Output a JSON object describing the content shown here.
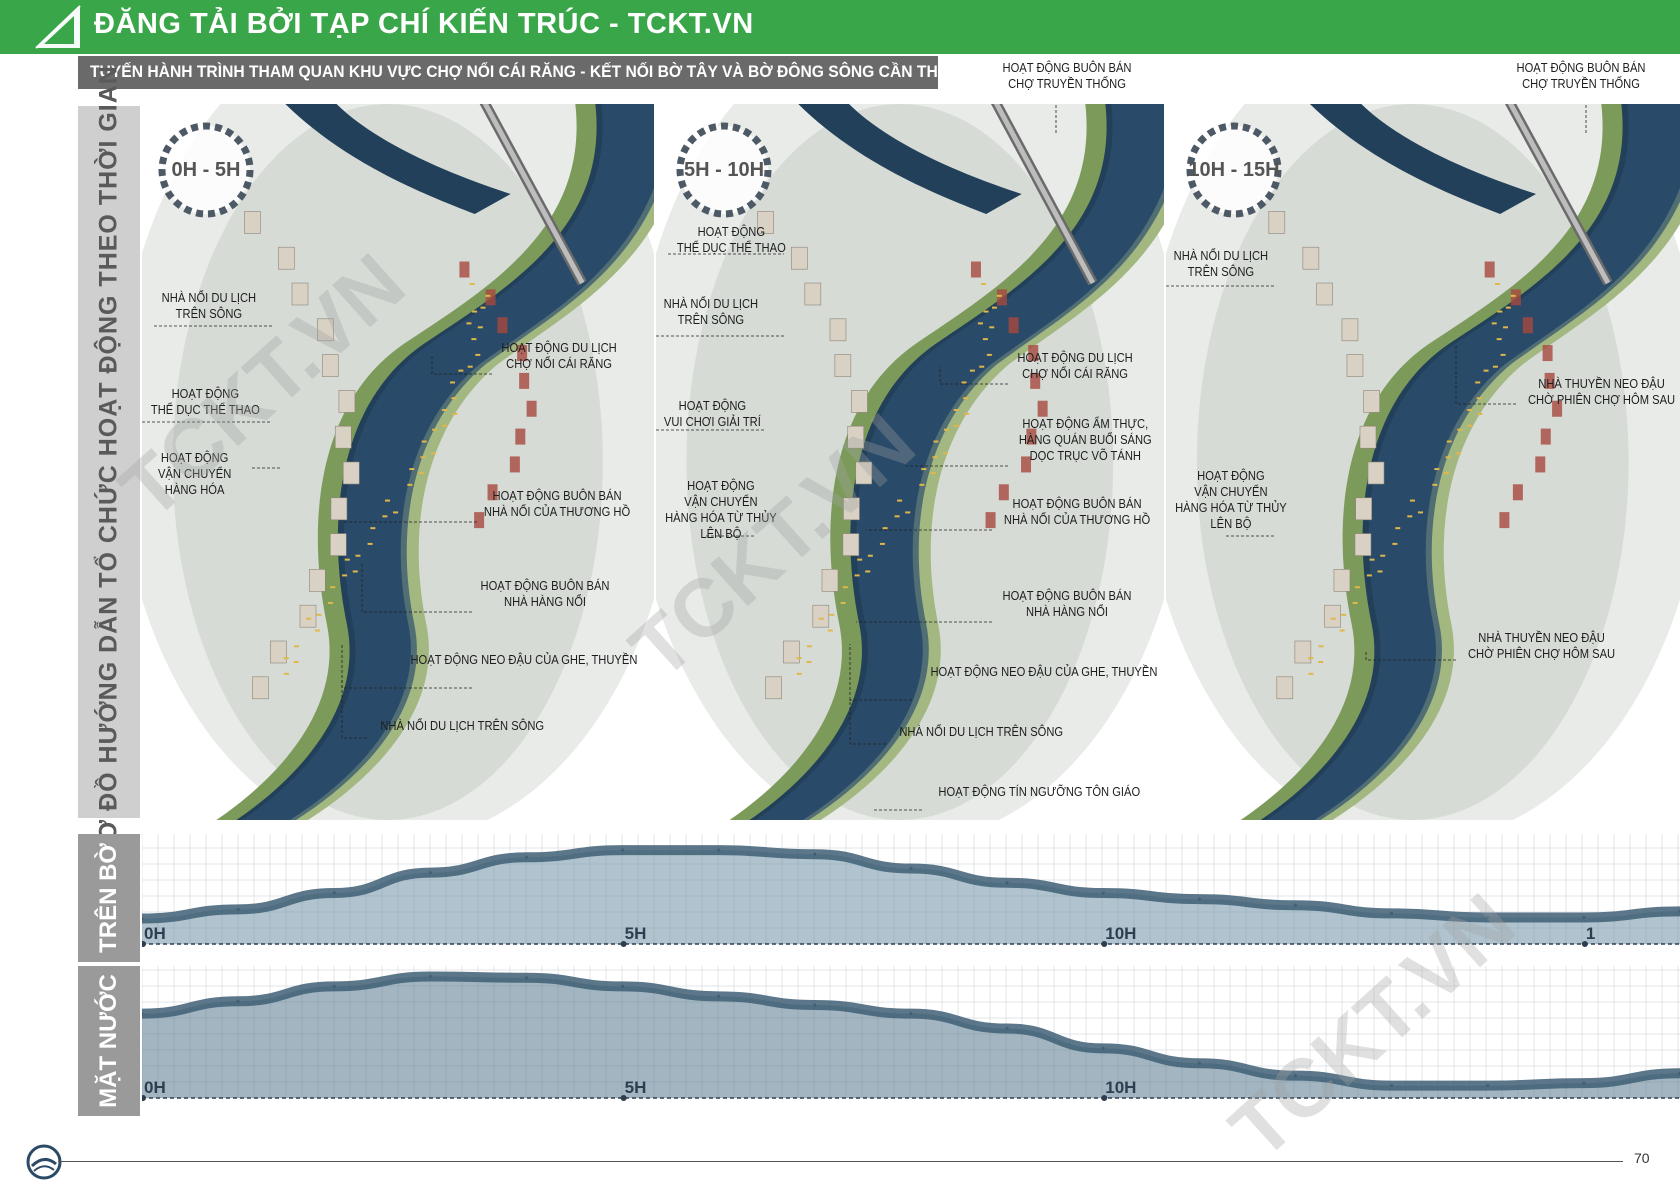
{
  "header": {
    "title": "ĐĂNG TẢI BỞI TẠP CHÍ KIẾN TRÚC - TCKT.VN",
    "subtitle": "TUYẾN HÀNH TRÌNH THAM QUAN KHU VỰC CHỢ NỔI CÁI RĂNG - KẾT NỐI BỜ TÂY VÀ BỜ ĐÔNG SÔNG CẦN THƠ"
  },
  "side_title": "SƠ ĐỒ HƯỚNG DẪN TỔ CHỨC HOẠT ĐỘNG THEO THỜI GIAN",
  "panels": [
    {
      "time": "0H - 5H",
      "labels": [
        "NHÀ NỔI DU LỊCH\nTRÊN SÔNG",
        "HOẠT ĐỘNG\nTHỂ DỤC THỂ THAO",
        "HOẠT ĐỘNG\nVẬN CHUYỂN\nHÀNG HÓA",
        "HOẠT ĐỘNG DU LỊCH\nCHỢ NỔI CÁI RĂNG",
        "HOẠT ĐỘNG BUÔN BÁN\nNHÀ NỔI CỦA THƯƠNG HỒ",
        "HOẠT ĐỘNG BUÔN BÁN\nNHÀ HÀNG NỔI",
        "HOẠT ĐỘNG NEO ĐẬU CỦA GHE, THUYỀN",
        "NHÀ NỔI DU LỊCH TRÊN SÔNG"
      ]
    },
    {
      "time": "5H - 10H",
      "labels": [
        "HOẠT ĐỘNG BUÔN BÁN\nCHỢ TRUYỀN THỐNG",
        "HOẠT ĐỘNG\nTHỂ DỤC THỂ THAO",
        "NHÀ NỔI DU LỊCH\nTRÊN SÔNG",
        "HOẠT ĐỘNG\nVUI CHƠI GIẢI TRÍ",
        "HOẠT ĐỘNG\nVẬN CHUYỂN\nHÀNG HÓA TỪ THỦY\nLÊN BỘ",
        "HOẠT ĐỘNG DU LỊCH\nCHỢ NỔI CÁI RĂNG",
        "HOẠT ĐỘNG ẨM THỰC,\nHÀNG QUÁN BUỔI SÁNG\nDỌC TRỤC VÕ TÁNH",
        "HOẠT ĐỘNG BUÔN BÁN\nNHÀ NỔI CỦA THƯƠNG HỒ",
        "HOẠT ĐỘNG BUÔN BÁN\nNHÀ HÀNG NỔI",
        "HOẠT ĐỘNG NEO ĐẬU CỦA GHE, THUYỀN",
        "NHÀ NỔI DU LỊCH TRÊN SÔNG",
        "HOẠT ĐỘNG TÍN NGƯỠNG TÔN GIÁO"
      ]
    },
    {
      "time": "10H - 15H",
      "labels": [
        "HOẠT ĐỘNG BUÔN BÁN\nCHỢ TRUYỀN THỐNG",
        "NHÀ NỔI DU LỊCH\nTRÊN SÔNG",
        "NHÀ THUYỀN NEO ĐẬU\nCHỜ PHIÊN CHỢ HÔM SAU",
        "HOẠT ĐỘNG\nVẬN CHUYỂN\nHÀNG HÓA TỪ THỦY\nLÊN BỘ",
        "NHÀ THUYỀN NEO ĐẬU\nCHỜ PHIÊN CHỢ HÔM SAU"
      ]
    }
  ],
  "chart_data": [
    {
      "type": "area",
      "title": "",
      "ylabel": "TRÊN BỜ",
      "xlabel": "",
      "x_ticks": [
        "0H",
        "5H",
        "10H",
        "1"
      ],
      "x": [
        0,
        1,
        2,
        3,
        4,
        5,
        6,
        7,
        8,
        9,
        10,
        11,
        12,
        13,
        14,
        15,
        16
      ],
      "values": [
        0.25,
        0.34,
        0.5,
        0.7,
        0.85,
        0.92,
        0.92,
        0.88,
        0.74,
        0.6,
        0.5,
        0.44,
        0.38,
        0.3,
        0.26,
        0.26,
        0.32
      ],
      "ylim": [
        0,
        1
      ],
      "grid": true,
      "color": "#6f92a6"
    },
    {
      "type": "area",
      "title": "",
      "ylabel": "MẶT NƯỚC",
      "xlabel": "",
      "x_ticks": [
        "0H",
        "5H",
        "10H"
      ],
      "x": [
        0,
        1,
        2,
        3,
        4,
        5,
        6,
        7,
        8,
        9,
        10,
        11,
        12,
        13,
        14,
        15,
        16
      ],
      "values": [
        0.68,
        0.78,
        0.9,
        0.98,
        0.97,
        0.9,
        0.82,
        0.75,
        0.68,
        0.56,
        0.4,
        0.28,
        0.18,
        0.1,
        0.1,
        0.12,
        0.2
      ],
      "ylim": [
        0,
        1
      ],
      "grid": true,
      "color": "#56788e"
    }
  ],
  "watermark": "TCKT.VN",
  "footer": {
    "page": "70"
  },
  "colors": {
    "header": "#3aa64a",
    "river": "#23405a",
    "subtitle_bg": "#6a6a6a",
    "chart_fill": "#6f92a6"
  }
}
